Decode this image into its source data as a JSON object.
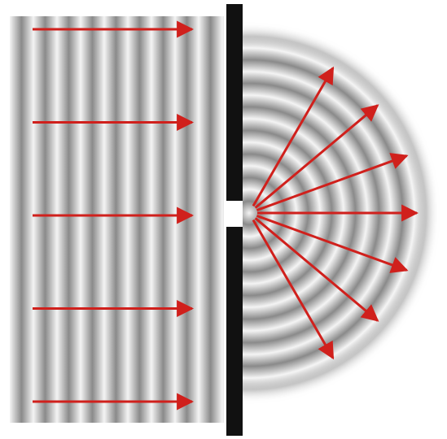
{
  "diagram": {
    "type": "single-slit-diffraction",
    "incident_wave": {
      "style": "plane-wave-fronts",
      "arrow_count": 5,
      "direction": "right"
    },
    "barrier": {
      "slit_count": 1
    },
    "diffracted_wave": {
      "style": "circular-wave-fronts",
      "arrow_count": 7,
      "arrow_angles_deg": [
        -60,
        -40,
        -20,
        0,
        20,
        40,
        60
      ]
    },
    "colors": {
      "background": "#ffffff",
      "arrow": "#d0201c",
      "barrier": "#111111",
      "wave_light": "#f4f4f4",
      "wave_dark": "#8a8a8a"
    }
  }
}
